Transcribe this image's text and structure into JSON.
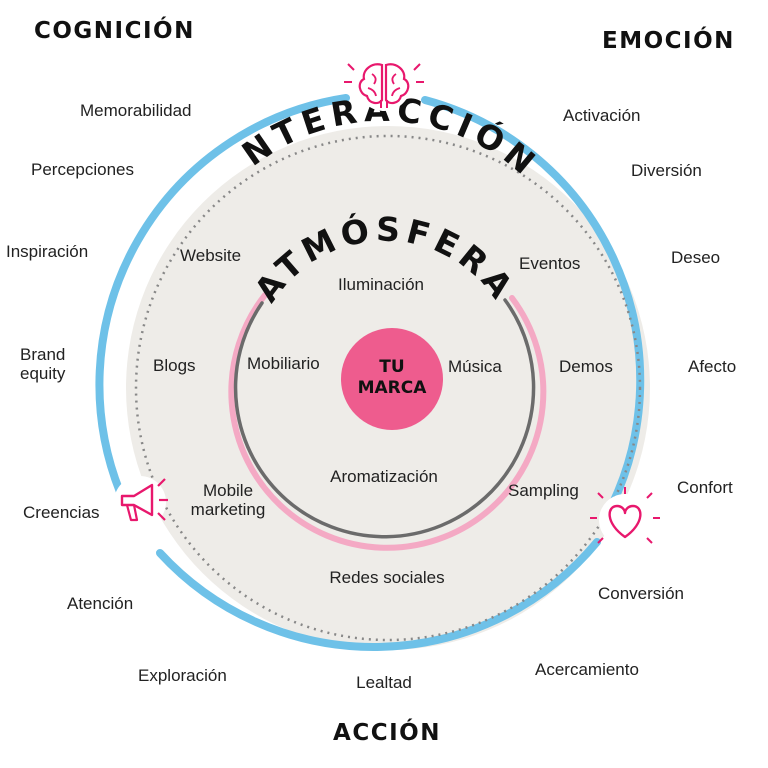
{
  "colors": {
    "outer_ring": "#6ec1e8",
    "fill": "#eeece8",
    "pink": "#e8186d",
    "pink_ring": "#f4a9c4",
    "gray_ring": "#6b6b6b",
    "dots": "#888888"
  },
  "quadrants": {
    "top_left": "COGNICIÓN",
    "top_right": "EMOCIÓN",
    "bottom": "ACCIÓN"
  },
  "rings": {
    "outer_title": "INTERACCIÓN",
    "inner_title": "ATMÓSFERA"
  },
  "center": {
    "line1": "TU",
    "line2": "MARCA"
  },
  "icons": [
    "brain-icon",
    "megaphone-icon",
    "heart-icon"
  ],
  "cognition": [
    "Memorabilidad",
    "Percepciones",
    "Inspiración",
    "Brand equity",
    "Creencias"
  ],
  "emotion": [
    "Activación",
    "Diversión",
    "Deseo",
    "Afecto",
    "Confort"
  ],
  "action": [
    "Conversión",
    "Acercamiento",
    "Lealtad",
    "Exploración",
    "Atención"
  ],
  "interaction": [
    "Website",
    "Eventos",
    "Blogs",
    "Demos",
    "Mobile marketing",
    "Sampling",
    "Redes sociales"
  ],
  "atmosphere": [
    "Iluminación",
    "Mobiliario",
    "Música",
    "Aromatización"
  ]
}
